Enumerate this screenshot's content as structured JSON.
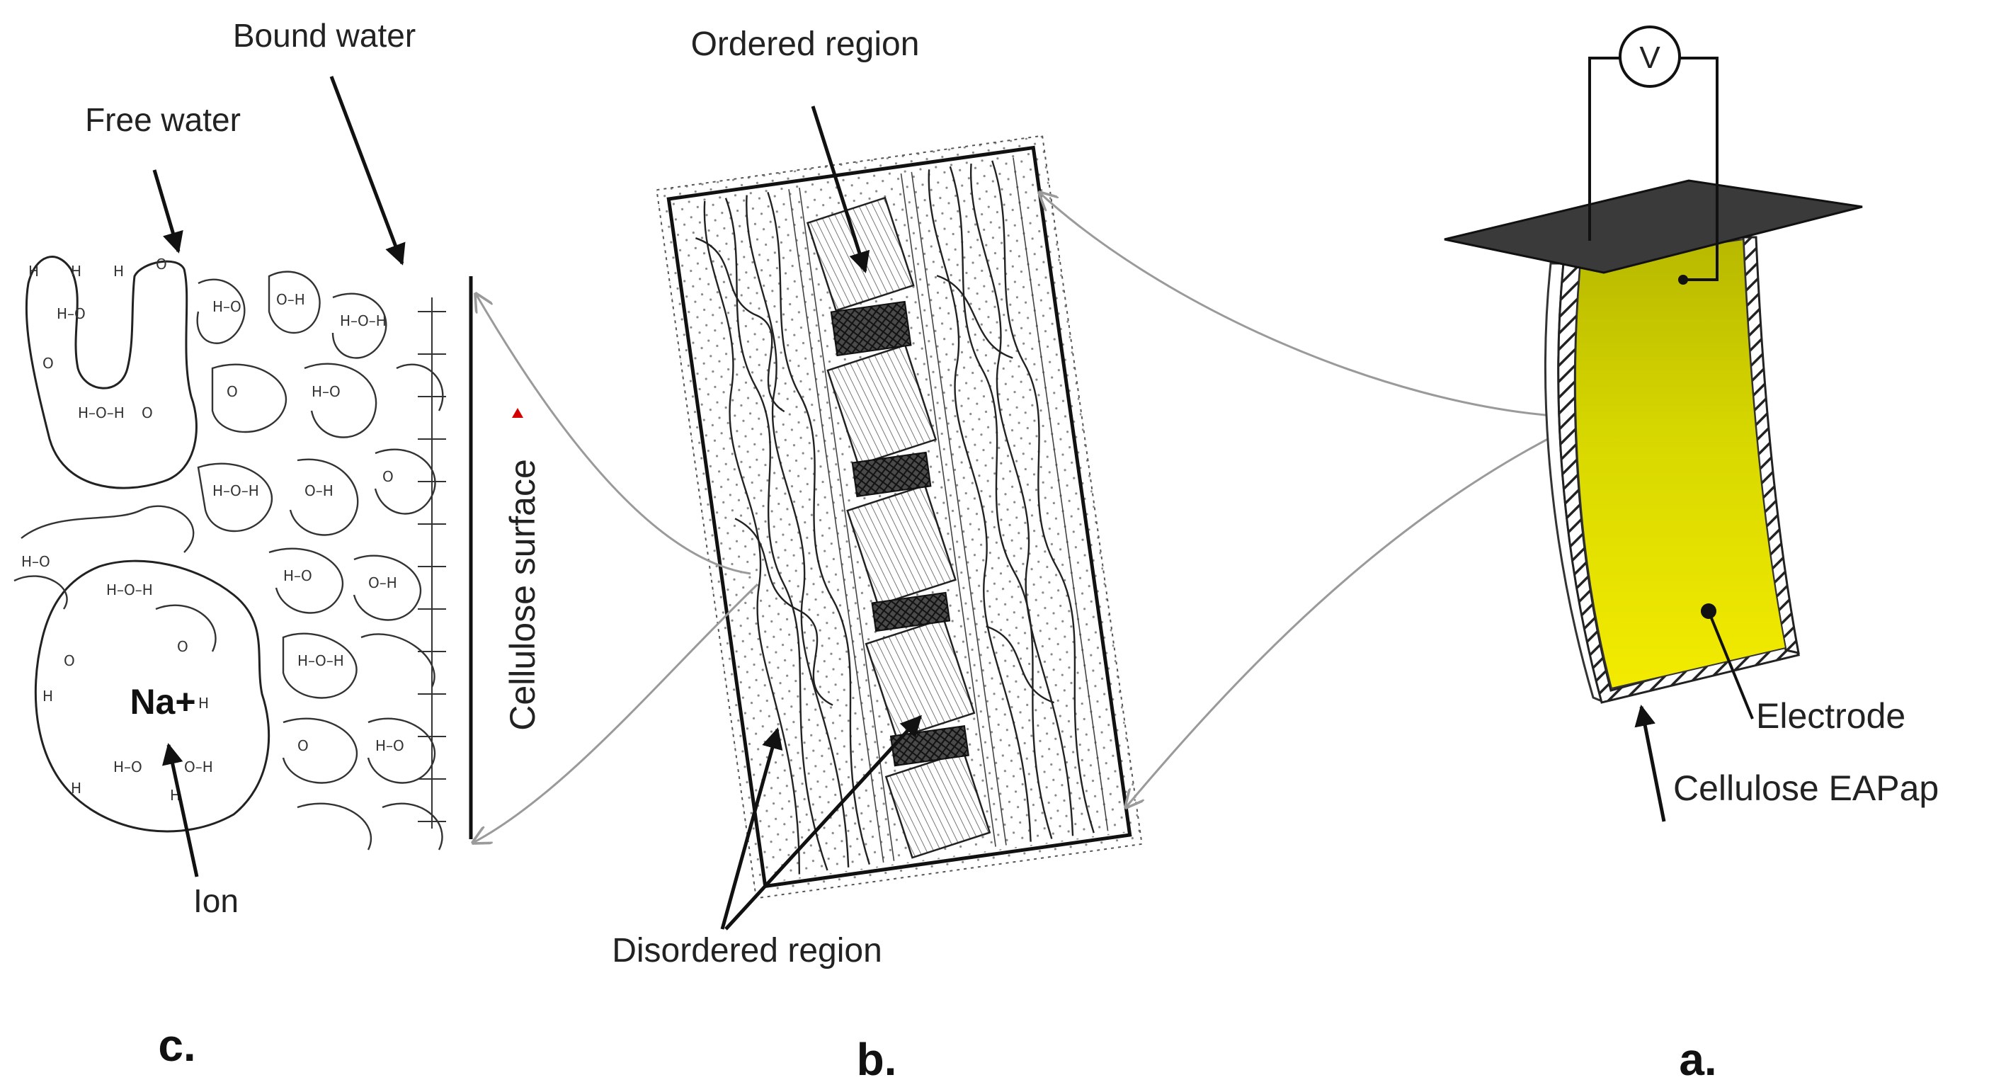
{
  "panel_c": {
    "free_water": "Free water",
    "bound_water": "Bound water",
    "ion_symbol": "Na+",
    "ion": "Ion",
    "surface": "Cellulose surface",
    "letter": "c."
  },
  "panel_b": {
    "ordered": "Ordered region",
    "disordered": "Disordered region",
    "letter": "b."
  },
  "panel_a": {
    "meter_symbol": "V",
    "electrode": "Electrode",
    "eapap": "Cellulose EAPap",
    "letter": "a."
  },
  "colors": {
    "paper_top": "#b8b800",
    "paper_mid": "#d6d600",
    "paper_bottom": "#f2ea00",
    "electrode_plate": "#3a3a3a",
    "callout_arrow": "#9a9a9a"
  }
}
